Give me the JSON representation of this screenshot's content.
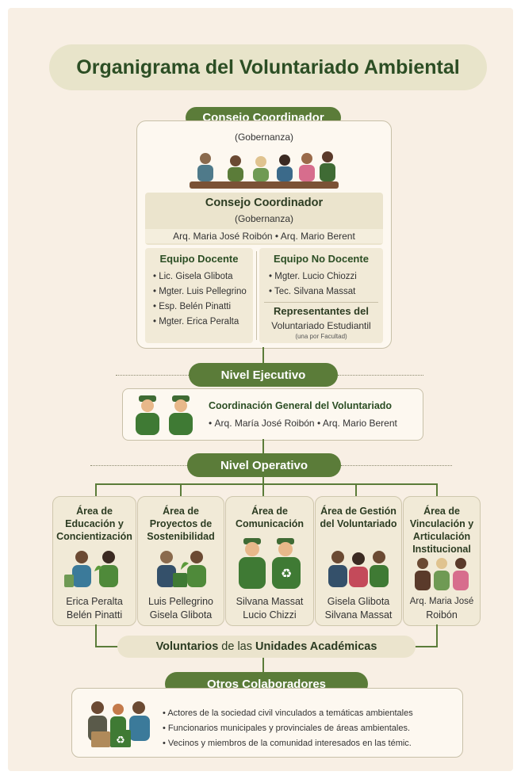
{
  "title": "Organigrama del Voluntariado Ambiental",
  "consejo": {
    "header": "Consejo Coordinador",
    "header_sub": "(Gobernanza)",
    "inner_title": "Consejo Coordinador",
    "inner_sub": "(Gobernanza)",
    "members": "Arq. Maria José Roibón • Arq. Mario Berent",
    "docente_title": "Equipo Docente",
    "docente": [
      "Lic. Gisela Glibota",
      "Mgter. Luis Pellegrino",
      "Esp. Belén Pinatti",
      "Mgter. Erica Peralta"
    ],
    "no_docente_title": "Equipo No Docente",
    "no_docente": [
      "Mgter. Lucio Chiozzi",
      "Tec. Silvana Massat"
    ],
    "representantes_title": "Representantes del",
    "representantes_sub": "Voluntariado Estudiantil",
    "representantes_note": "(una por Facultad)"
  },
  "ejecutivo": {
    "label": "Nivel Ejecutivo",
    "title": "Coordinación General del Voluntariado",
    "members": "Arq. María José Roibón • Arq. Mario Berent"
  },
  "operativo": {
    "label": "Nivel Operativo",
    "areas": [
      {
        "title": "Área de Educación y Concientización",
        "names": [
          "Erica Peralta",
          "Belén Pinatti"
        ]
      },
      {
        "title": "Área de Proyectos de Sostenibilidad",
        "names": [
          "Luis Pellegrino",
          "Gisela Glibota"
        ]
      },
      {
        "title": "Área de Comunicación",
        "names": [
          "Silvana Massat",
          "Lucio Chizzi"
        ]
      },
      {
        "title": "Área de Gestión del Voluntariado",
        "names": [
          "Gisela Glibota",
          "Silvana Massat"
        ]
      },
      {
        "title": "Área de Vinculación y Articulación Institucional",
        "names": [
          "Arq. Maria José",
          "Roibón"
        ]
      }
    ]
  },
  "voluntarios": {
    "part1": "Voluntarios",
    "part2": " de las ",
    "part3": "Unidades Académicas"
  },
  "otros": {
    "label": "Otros Colaboradores",
    "items": [
      "Actores de la sociedad civil vinculados a temáticas ambientales",
      "Funcionarios municipales y provinciales de áreas ambientales.",
      "Vecinos y miembros de la comunidad interesados en las témic."
    ]
  },
  "colors": {
    "accent_green": "#5b7c39",
    "title_text": "#2c4e24",
    "background": "#f8efe4"
  }
}
